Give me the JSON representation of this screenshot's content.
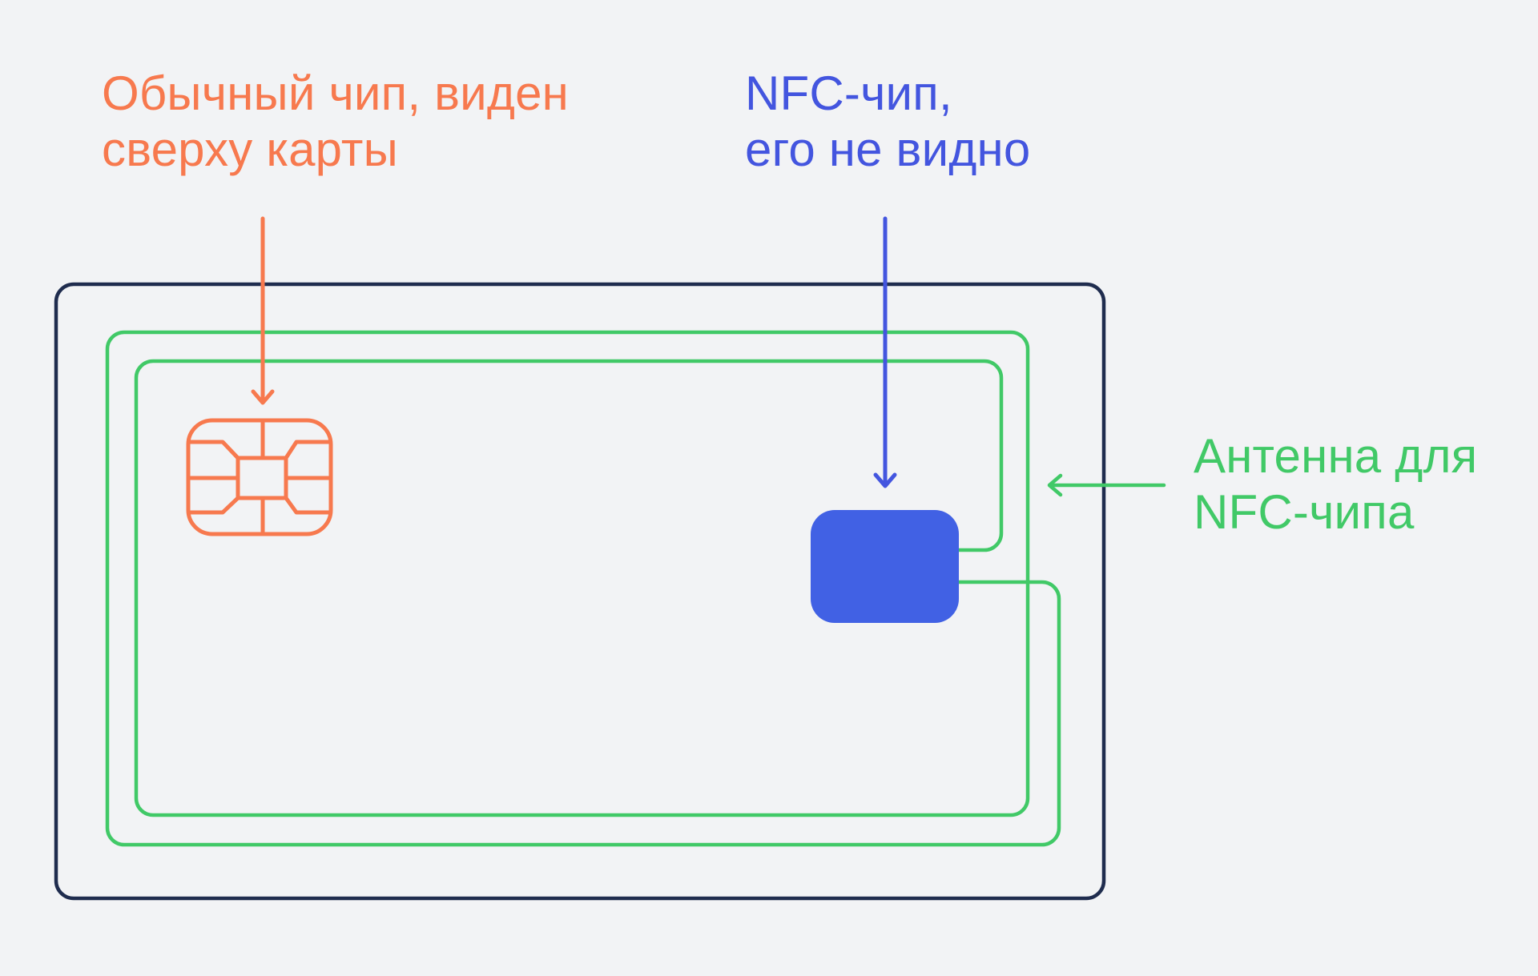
{
  "labels": {
    "emv_chip": {
      "line1": "Обычный чип, виден",
      "line2": "сверху карты"
    },
    "nfc_chip": {
      "line1": "NFC-чип,",
      "line2": "его не видно"
    },
    "antenna": {
      "line1": "Антенна для",
      "line2": "NFC-чипа"
    }
  },
  "colors": {
    "background": "#F2F3F5",
    "emv_accent": "#F7794E",
    "nfc_accent": "#4355DF",
    "nfc_chip_fill": "#4161E4",
    "antenna_green": "#41C967",
    "card_outline": "#1F2C4E"
  }
}
